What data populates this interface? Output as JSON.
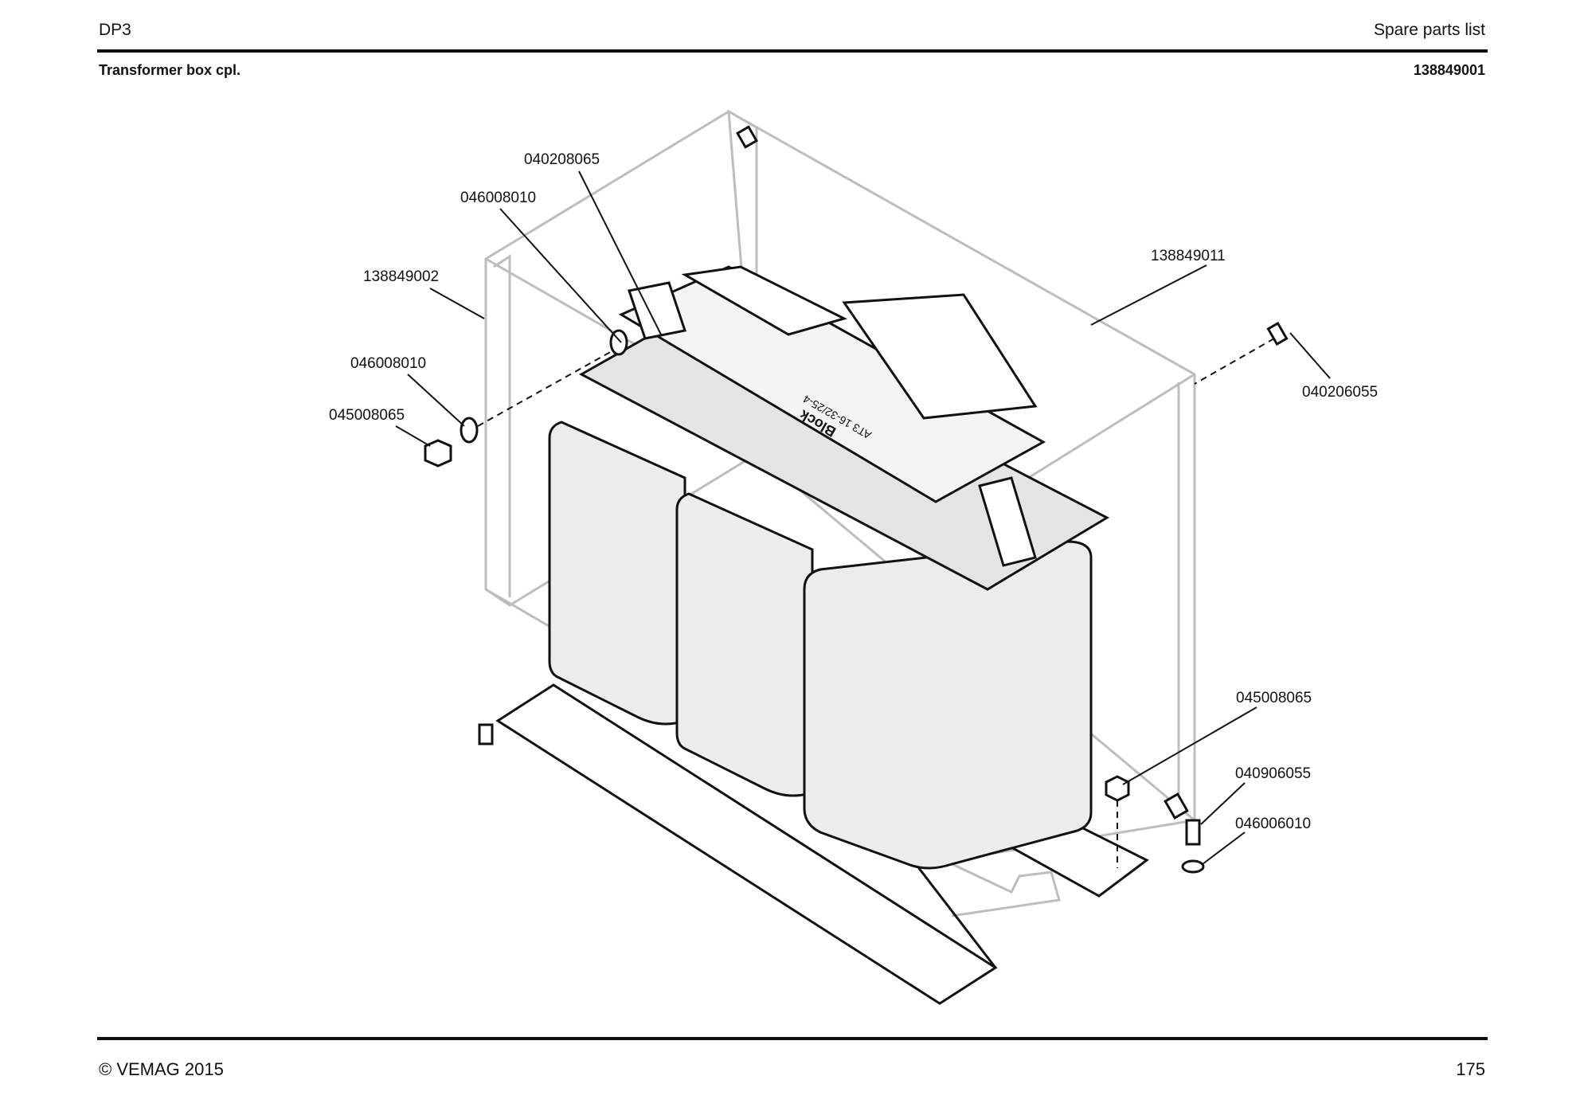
{
  "header": {
    "left": "DP3",
    "right": "Spare parts list",
    "subtitle_left": "Transformer box cpl.",
    "subtitle_right": "138849001"
  },
  "footer": {
    "copyright": "© VEMAG 2015",
    "page": "175"
  },
  "drawing": {
    "plate_text": "AT3 16-32/25-4",
    "brand_text": "Block",
    "callouts": [
      {
        "id": "c1",
        "label": "040208065"
      },
      {
        "id": "c2",
        "label": "046008010"
      },
      {
        "id": "c3",
        "label": "138849002"
      },
      {
        "id": "c4",
        "label": "046008010"
      },
      {
        "id": "c5",
        "label": "045008065"
      },
      {
        "id": "c6",
        "label": "138849011"
      },
      {
        "id": "c7",
        "label": "040206055"
      },
      {
        "id": "c8",
        "label": "045008065"
      },
      {
        "id": "c9",
        "label": "040906055"
      },
      {
        "id": "c10",
        "label": "046006010"
      }
    ]
  }
}
